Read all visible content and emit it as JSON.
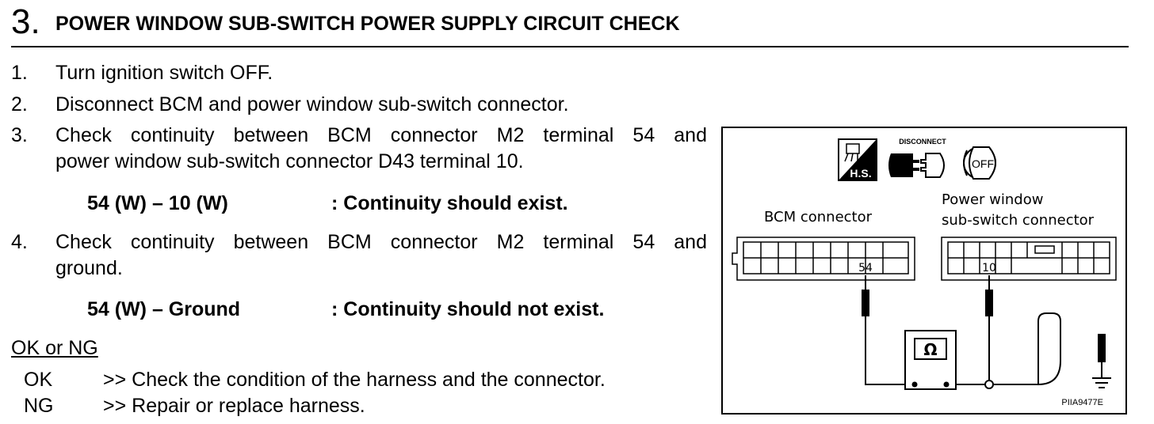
{
  "header": {
    "step_number": "3.",
    "title": "POWER WINDOW SUB-SWITCH POWER SUPPLY CIRCUIT CHECK"
  },
  "steps": [
    {
      "num": "1.",
      "text_line1": "Turn ignition switch OFF.",
      "text_line2": ""
    },
    {
      "num": "2.",
      "text_line1": "Disconnect BCM and power window sub-switch connector.",
      "text_line2": ""
    },
    {
      "num": "3.",
      "text_line1": "Check continuity between BCM connector M2 terminal 54 and",
      "text_line2": "power window sub-switch connector D43 terminal 10."
    },
    {
      "num": "4.",
      "text_line1": "Check continuity between BCM connector M2 terminal 54 and",
      "text_line2": "ground."
    }
  ],
  "conditions": [
    {
      "measure": "54 (W) – 10 (W)",
      "result": ": Continuity should exist."
    },
    {
      "measure": "54 (W) – Ground",
      "result": ": Continuity should not exist."
    }
  ],
  "results": {
    "heading": "OK or NG",
    "items": [
      {
        "key": "OK",
        "value": ">> Check the condition of the harness and the connector."
      },
      {
        "key": "NG",
        "value": ">> Repair or replace harness."
      }
    ]
  },
  "figure": {
    "hs_label": "H.S.",
    "disconnect_label": "DISCONNECT",
    "off_label": "OFF",
    "bcm_label": "BCM connector",
    "pw_label_line1": "Power window",
    "pw_label_line2": "sub-switch connector",
    "bcm_terminal": "54",
    "pw_terminal": "10",
    "meter_symbol": "Ω",
    "figure_id": "PIIA9477E"
  }
}
